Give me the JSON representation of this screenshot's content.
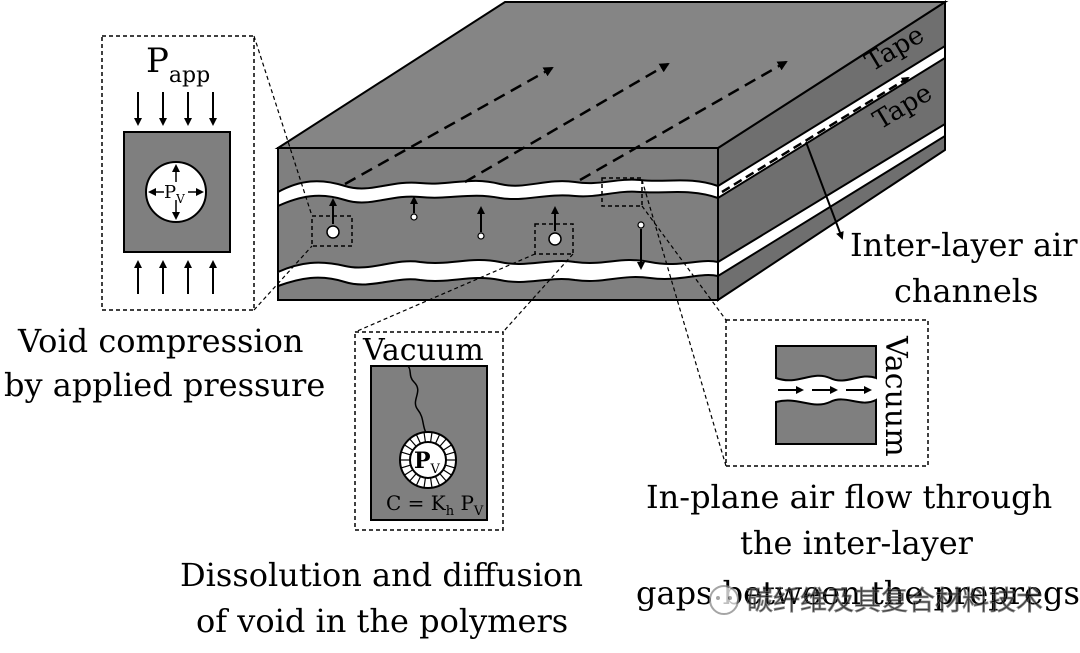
{
  "diagram": {
    "tape_labels": [
      "Tape",
      "Tape"
    ],
    "p_app": {
      "symbol": "P",
      "subscript": "app"
    },
    "p_v": {
      "symbol": "P",
      "subscript": "V"
    },
    "vacuum_label": "Vacuum",
    "equation": {
      "lhs": "C = K",
      "sub1": "h",
      "mid": " P",
      "sub2": "V"
    },
    "captions": {
      "void_compression": [
        "Void compression",
        "by applied pressure"
      ],
      "dissolution": [
        "Dissolution and diffusion",
        "of void in the polymers"
      ],
      "inplane": [
        "In-plane air flow through",
        "the inter-layer",
        "gaps between the prepregs"
      ],
      "interlayer": [
        "Inter-layer air",
        "channels"
      ]
    },
    "watermark": "碳纤维及其复合材料技术",
    "colors": {
      "laminate_gray": "#7f7f7f",
      "line": "#000000",
      "background": "#ffffff"
    }
  }
}
